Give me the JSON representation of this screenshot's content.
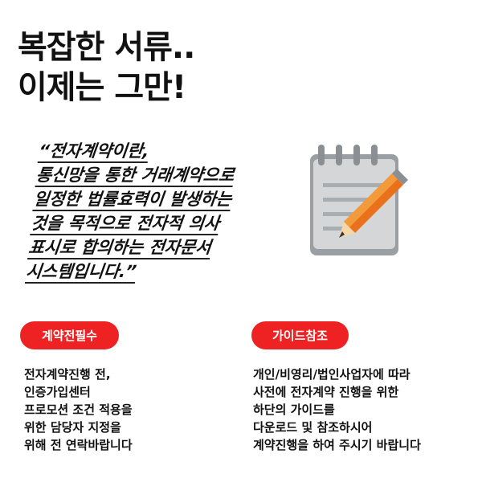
{
  "title": {
    "line1": "복잡한 서류..",
    "line2": "이제는 그만!"
  },
  "quote": [
    "“전자계약이란,",
    "통신망을 통한 거래계약으로",
    "일정한 법률효력이 발생하는",
    "것을 목적으로 전자적 의사",
    "표시로 합의하는 전자문서",
    "시스템입니다.”"
  ],
  "left": {
    "badge": "계약전필수",
    "lines": [
      "전자계약진행 전,",
      "인증가입센터",
      "프로모션 조건 적용을",
      "위한 담당자 지정을",
      "위해 전 연락바랍니다"
    ]
  },
  "right": {
    "badge": "가이드참조",
    "lines": [
      "개인/비영리/법인사업자에 따라",
      "사전에 전자계약 진행을 위한",
      "하단의 가이드를",
      "다운로드 및 참조하시어",
      "계약진행을 하여 주시기 바랍니다"
    ]
  },
  "colors": {
    "accent": "#ee2222"
  }
}
